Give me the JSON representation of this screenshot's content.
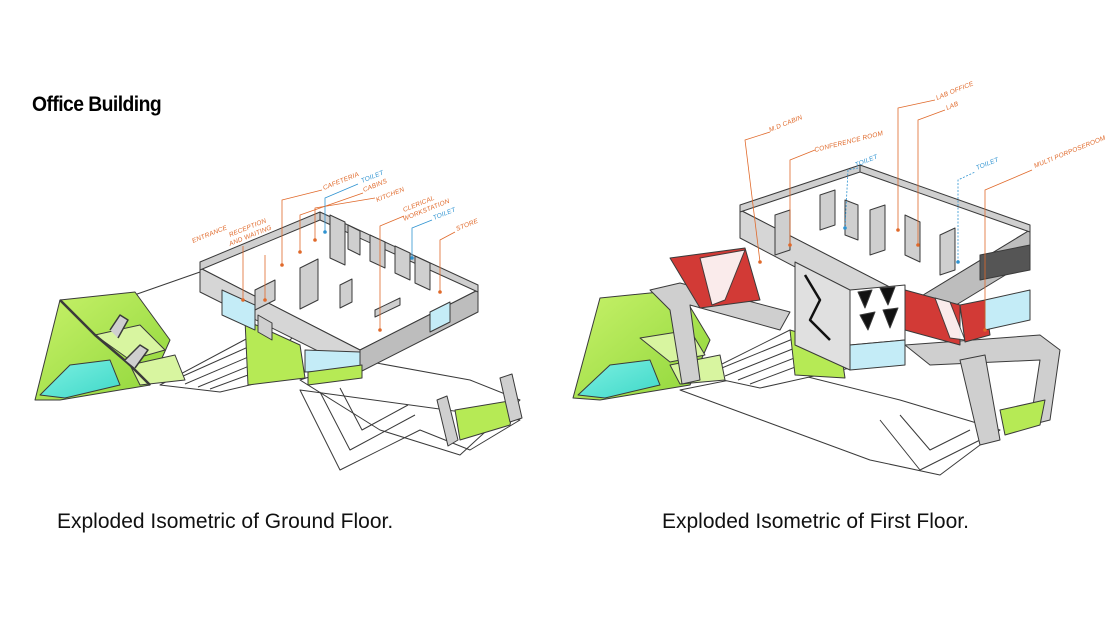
{
  "title": "Office Building",
  "ground_floor": {
    "caption": "Exploded Isometric of Ground Floor.",
    "labels": {
      "entrance": "ENTRANCE",
      "reception_line1": "RECEPTION",
      "reception_line2": "AND WAITING",
      "cafeteria": "CAFETERIA",
      "cabins": "CABINS",
      "kitchen": "KITCHEN",
      "toilet_top": "TOILET",
      "clerical_line1": "CLERICAL",
      "clerical_line2": "WORKSTATION",
      "toilet_right": "TOILET",
      "store": "STORE"
    }
  },
  "first_floor": {
    "caption": "Exploded Isometric of First Floor.",
    "labels": {
      "md_cabin": "M.D CABIN",
      "conference_room": "CONFERENCE ROOM",
      "toilet_left": "TOILET",
      "lab_office": "LAB OFFICE",
      "lab": "LAB",
      "toilet_right": "TOILET",
      "multipurpose": "MULTI PORPOSEROOM"
    }
  },
  "colors": {
    "label_orange": "#e0692a",
    "label_blue": "#2f93d1",
    "lime": "#b6ea55",
    "lime_light": "#d8f5a0",
    "cyan": "#5fe8d8",
    "glass": "#c4ecf7",
    "red_panel": "#d23a36",
    "wall_grey": "#c9c9c9",
    "outline": "#3a3a3a"
  }
}
